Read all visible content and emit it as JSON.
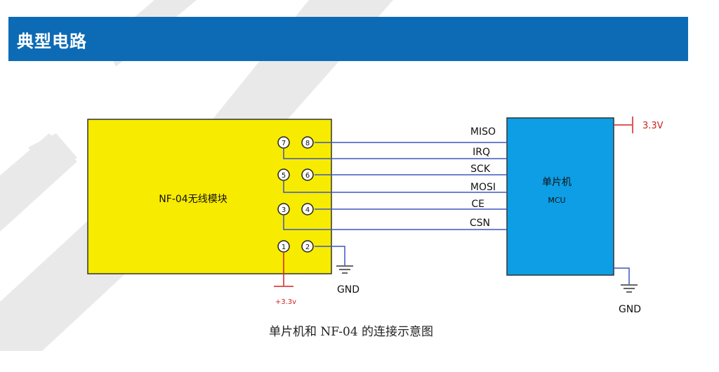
{
  "header": {
    "title": "典型电路"
  },
  "module": {
    "label": "NF-04无线模块",
    "color": "#f7eb00"
  },
  "mcu": {
    "label": "单片机",
    "sublabel": "MCU",
    "color": "#0d9ee5"
  },
  "pins": [
    "7",
    "8",
    "5",
    "6",
    "3",
    "4",
    "1",
    "2"
  ],
  "signals": [
    "MISO",
    "IRQ",
    "SCK",
    "MOSI",
    "CE",
    "CSN"
  ],
  "power": {
    "module_supply": "+3.3v",
    "mcu_supply": "3.3V",
    "ground": "GND"
  },
  "caption": "单片机和 NF-04 的连接示意图",
  "colors": {
    "wire": "#3f56c0",
    "power": "#d22020",
    "banner": "#0d6bb5"
  }
}
